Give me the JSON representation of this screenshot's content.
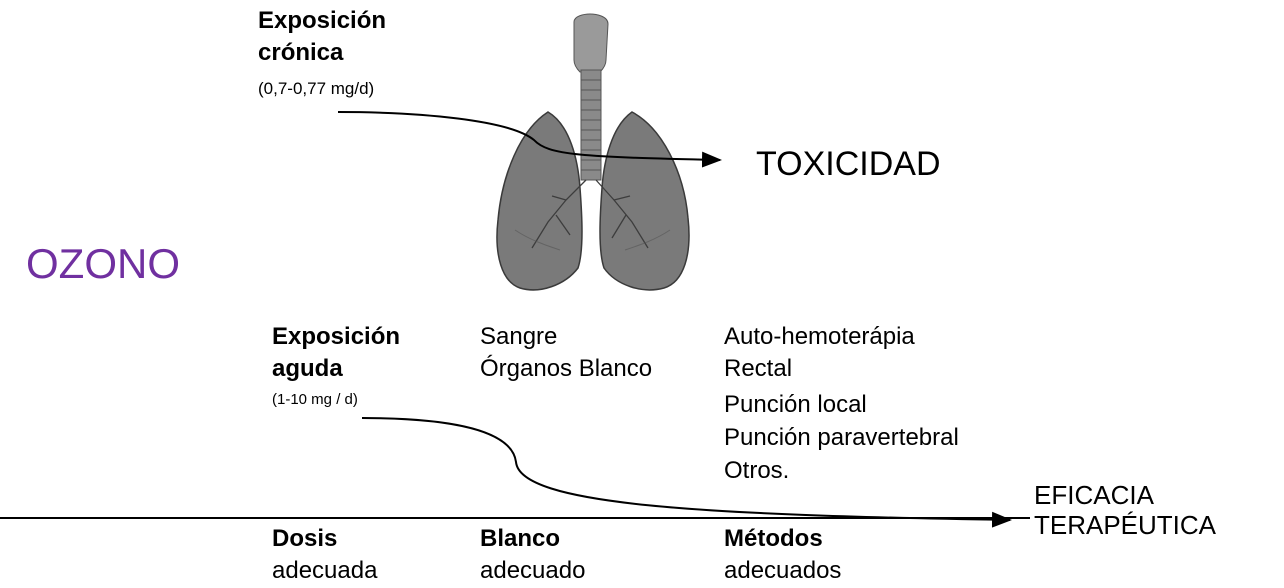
{
  "title": "OZONO",
  "chronic": {
    "label_line1": "Exposición",
    "label_line2": "crónica",
    "dose": "(0,7-0,77 mg/d)",
    "outcome": "TOXICIDAD"
  },
  "acute": {
    "label_line1": "Exposición",
    "label_line2": "aguda",
    "dose": "(1-10 mg / d)",
    "targets": [
      "Sangre",
      "Órganos Blanco"
    ],
    "methods": [
      "Auto-hemoterápia",
      "Rectal",
      "Punción local",
      "Punción paravertebral",
      "Otros."
    ],
    "outcome_line1": "EFICACIA",
    "outcome_line2": "TERAPÉUTICA"
  },
  "footer": {
    "col1_bold": "Dosis",
    "col1_text": "adecuada",
    "col2_bold": "Blanco",
    "col2_text": "adecuado",
    "col3_bold": "Métodos",
    "col3_text": "adecuados"
  },
  "colors": {
    "title": "#7030a0",
    "ink": "#000000",
    "lung": "#7a7a7a"
  }
}
